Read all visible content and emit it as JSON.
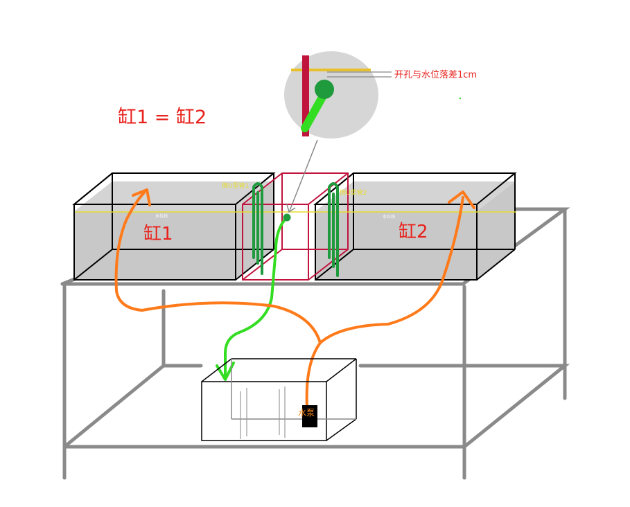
{
  "equation": "缸1 = 缸2",
  "tank1_label": "缸1",
  "tank2_label": "缸2",
  "utube1_label": "倒U型管1",
  "utube2_label": "倒U型管2",
  "water_level1": "水位线",
  "water_level2": "水位线",
  "callout_note": "开孔与水位落差1cm",
  "pump_label": "水泵",
  "colors": {
    "tank_fill": "#c8c8c8",
    "frame": "#8a8a8a",
    "utube": "#1f9a3c",
    "return_pipe": "#33dd22",
    "pump_line": "#ff7a1a",
    "sump_box": "#c0143c",
    "level_line": "#e8dc2a",
    "label_red": "#e8221c",
    "pump_text": "#ff8a1a"
  }
}
